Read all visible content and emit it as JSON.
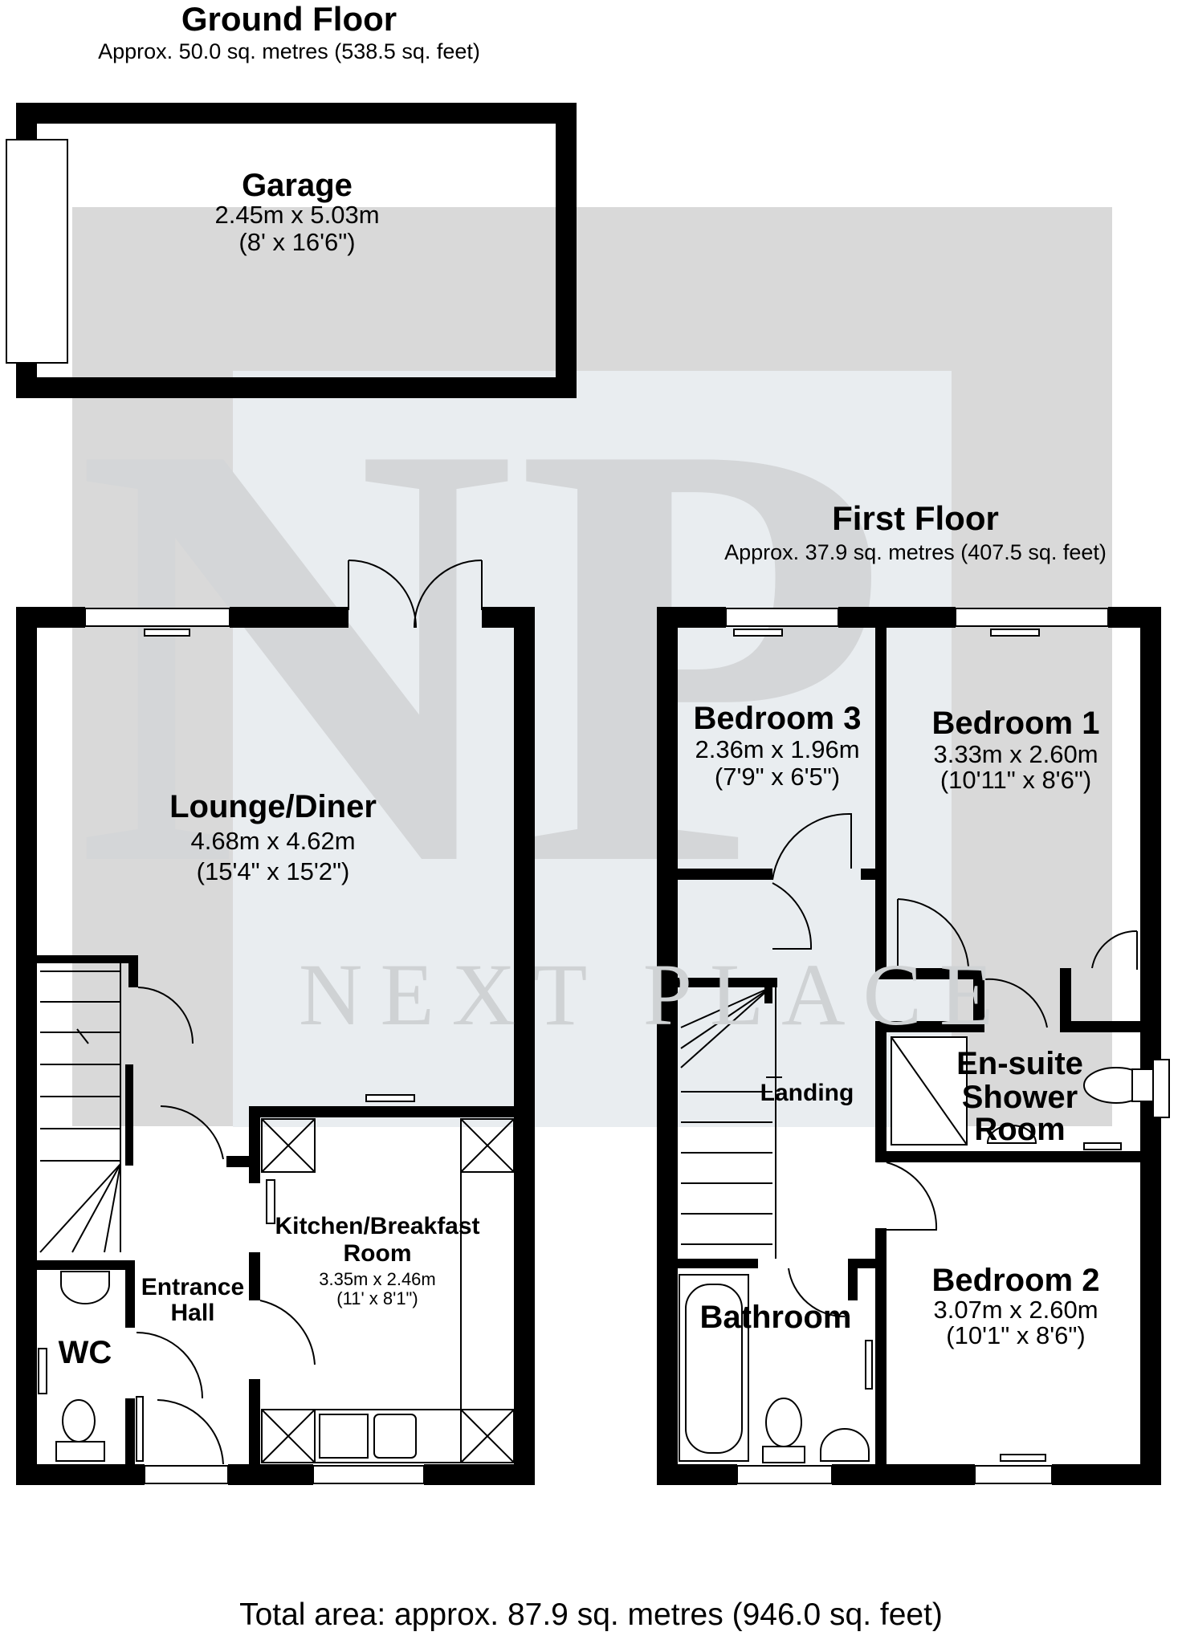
{
  "ground_floor": {
    "title": "Ground Floor",
    "area": "Approx. 50.0 sq. metres (538.5 sq. feet)",
    "rooms": {
      "garage": {
        "name": "Garage",
        "metric": "2.45m x 5.03m",
        "imperial": "(8' x 16'6\")"
      },
      "lounge": {
        "name": "Lounge/Diner",
        "metric": "4.68m x 4.62m",
        "imperial": "(15'4\" x 15'2\")"
      },
      "kitchen": {
        "name_line1": "Kitchen/Breakfast",
        "name_line2": "Room",
        "metric": "3.35m x 2.46m",
        "imperial": "(11' x 8'1\")"
      },
      "entrance": {
        "line1": "Entrance",
        "line2": "Hall"
      },
      "wc": {
        "name": "WC"
      }
    }
  },
  "first_floor": {
    "title": "First Floor",
    "area": "Approx. 37.9 sq. metres (407.5 sq. feet)",
    "rooms": {
      "bedroom3": {
        "name": "Bedroom 3",
        "metric": "2.36m x 1.96m",
        "imperial": "(7'9\" x 6'5\")"
      },
      "bedroom1": {
        "name": "Bedroom 1",
        "metric": "3.33m x 2.60m",
        "imperial": "(10'11\" x 8'6\")"
      },
      "bedroom2": {
        "name": "Bedroom 2",
        "metric": "3.07m x 2.60m",
        "imperial": "(10'1\" x 8'6\")"
      },
      "ensuite": {
        "line1": "En-suite",
        "line2": "Shower",
        "line3": "Room"
      },
      "landing": {
        "name": "Landing"
      },
      "bathroom": {
        "name": "Bathroom"
      }
    }
  },
  "total": "Total area: approx. 87.9 sq. metres (946.0 sq. feet)",
  "watermark": {
    "text": "NEXT PLACE",
    "monogram": "NP"
  },
  "colors": {
    "wall": "#000000",
    "watermark": "#d9d9d9",
    "watermark_light": "#e9edf0"
  }
}
